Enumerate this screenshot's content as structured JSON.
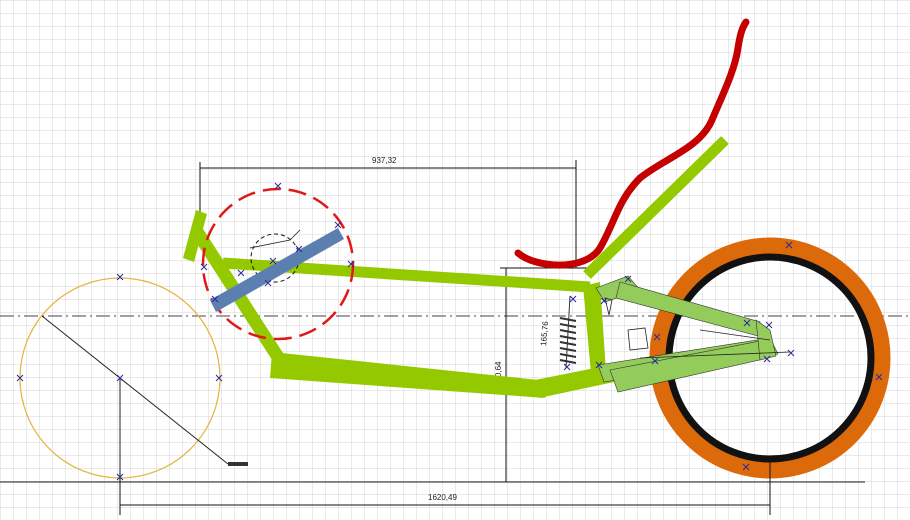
{
  "dimensions": {
    "wheelbase_top": "937,32",
    "height": "540,64",
    "shock_length": "165,76",
    "wheelbase_bottom": "1620,49"
  },
  "colors": {
    "background": "#ffffff",
    "grid": "#d4d4d4",
    "frame": "#94c900",
    "swingarm": "#93cc5a",
    "seat": "#c40000",
    "tire": "#dd6a0a",
    "rim": "#111111",
    "boom": "#5b7fb0",
    "front_wheel": "#e5b23a",
    "crank_circle": "#e01818",
    "markers": "#2a2a9a",
    "dimension_lines": "#111111"
  }
}
